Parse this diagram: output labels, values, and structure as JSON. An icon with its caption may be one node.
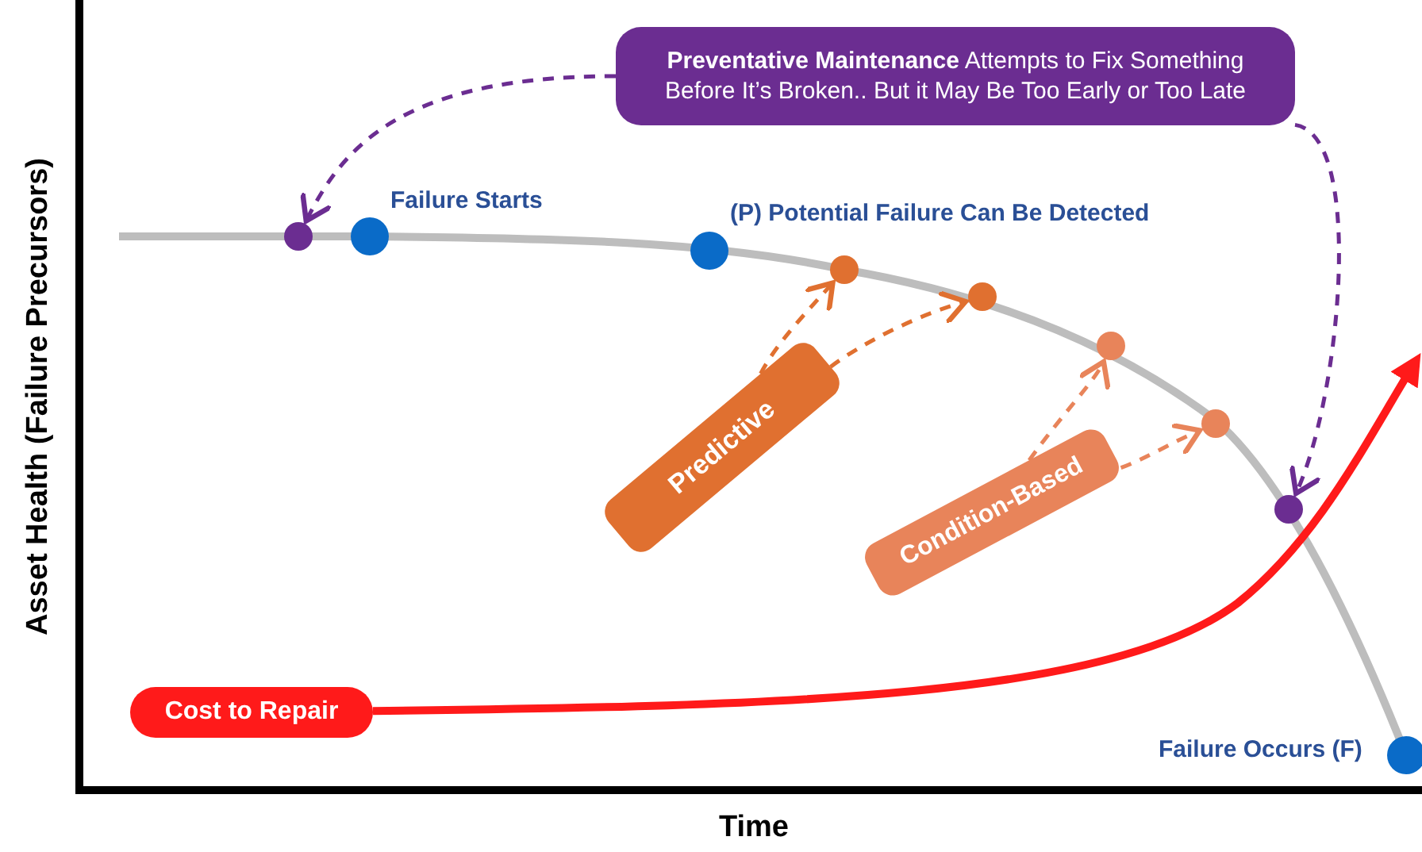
{
  "diagram": {
    "nodes": [
      {
        "text": [
          "**Preventative Maintenance** Attempts to Fix Something Before It’s Broken.. But it May Be Too Early or Too Late"
        ]
      },
      {
        "text": [],
        "shape": "circle"
      },
      {
        "text": [],
        "shape": "circle",
        "beside": [
          "Failure Starts"
        ]
      },
      {
        "text": [],
        "shape": "circle",
        "beside": [
          "(P) Potential Failure Can Be Detected"
        ]
      },
      {
        "text": [],
        "shape": "circle"
      },
      {
        "text": [],
        "shape": "circle"
      },
      {
        "text": [],
        "shape": "circle"
      },
      {
        "text": [],
        "shape": "circle"
      },
      {
        "text": [],
        "shape": "circle"
      },
      {
        "text": [],
        "shape": "circle",
        "beside": [
          "Failure Occurs (F)"
        ]
      },
      {
        "text": [
          "Predictive"
        ]
      },
      {
        "text": [
          "Condition-Based"
        ]
      },
      {
        "text": [
          "Cost to Repair"
        ]
      }
    ],
    "edges": [
      {
        "from": 0,
        "to": 1,
        "arrow": "to",
        "style": "dashed",
        "color": "#6b2d91"
      },
      {
        "from": 0,
        "to": 8,
        "arrow": "to",
        "style": "dashed",
        "color": "#6b2d91"
      },
      {
        "from": 10,
        "to": 4,
        "arrow": "to",
        "style": "dashed",
        "color": "#e07030"
      },
      {
        "from": 10,
        "to": 5,
        "arrow": "to",
        "style": "dashed",
        "color": "#e07030"
      },
      {
        "from": 11,
        "to": 6,
        "arrow": "to",
        "style": "dashed",
        "color": "#e8845a"
      },
      {
        "from": 11,
        "to": 7,
        "arrow": "to",
        "style": "dashed",
        "color": "#e8845a"
      },
      {
        "from": 12,
        "to": null,
        "arrow": "to",
        "style": "thick",
        "color": "#ff1a1a"
      }
    ],
    "labels": [
      "Asset Health (Failure Precursors)",
      "Time"
    ]
  }
}
